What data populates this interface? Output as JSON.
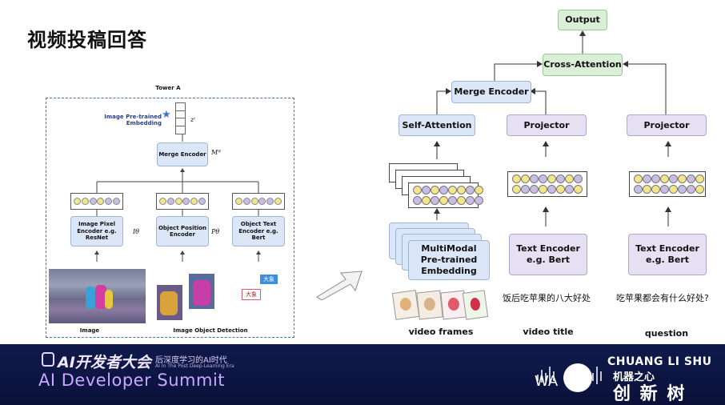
{
  "slide": {
    "title": "视频投稿回答"
  },
  "left": {
    "tower_label": "Tower A",
    "embedding_label": "Image Pre-trained Embedding",
    "z_symbol": "zⁱ",
    "merge_encoder": "Merge Encoder",
    "merge_symbol": "Mᶿ",
    "encoders": [
      {
        "label": "Image Pixel Encoder e.g. ResNet",
        "symbol": "Iθ"
      },
      {
        "label": "Object Position Encoder",
        "symbol": "Pθ"
      },
      {
        "label": "Object Text Encoder e.g. Bert",
        "symbol": ""
      }
    ],
    "tags": [
      "大象",
      "大象"
    ],
    "caption_image": "Image",
    "caption_detection": "Image Object Detection"
  },
  "right": {
    "output": "Output",
    "cross_attention": "Cross-Attention",
    "merge_encoder": "Merge Encoder",
    "self_attention": "Self-Attention",
    "projector_1": "Projector",
    "projector_2": "Projector",
    "multimodal": "MultiModal Pre-trained Embedding",
    "text_encoder_1": "Text Encoder e.g. Bert",
    "text_encoder_2": "Text Encoder e.g. Bert",
    "title_text": "饭后吃苹果的八大好处",
    "question_text": "吃苹果都会有什么好处?",
    "captions": [
      "video frames",
      "video title",
      "question"
    ]
  },
  "footer": {
    "event_cn": "AI开发者大会",
    "tagline_cn": "后深度学习的AI时代",
    "tagline_en": "AI In The Post Deep-Learning Era",
    "event_en": "AI Developer Summit",
    "brand_en": "CHUANG LI SHU",
    "brand_cn_1": "机器之心",
    "brand_cn_2": "创 新 树",
    "logo_text": "WA"
  },
  "colors": {
    "blue": "#dbe7f8",
    "green": "#d9f0d6",
    "purple": "#e5e0f2",
    "footer": "#0c1542",
    "yellow_dot": "#f3e58a",
    "purple_dot": "#c9bde6"
  }
}
